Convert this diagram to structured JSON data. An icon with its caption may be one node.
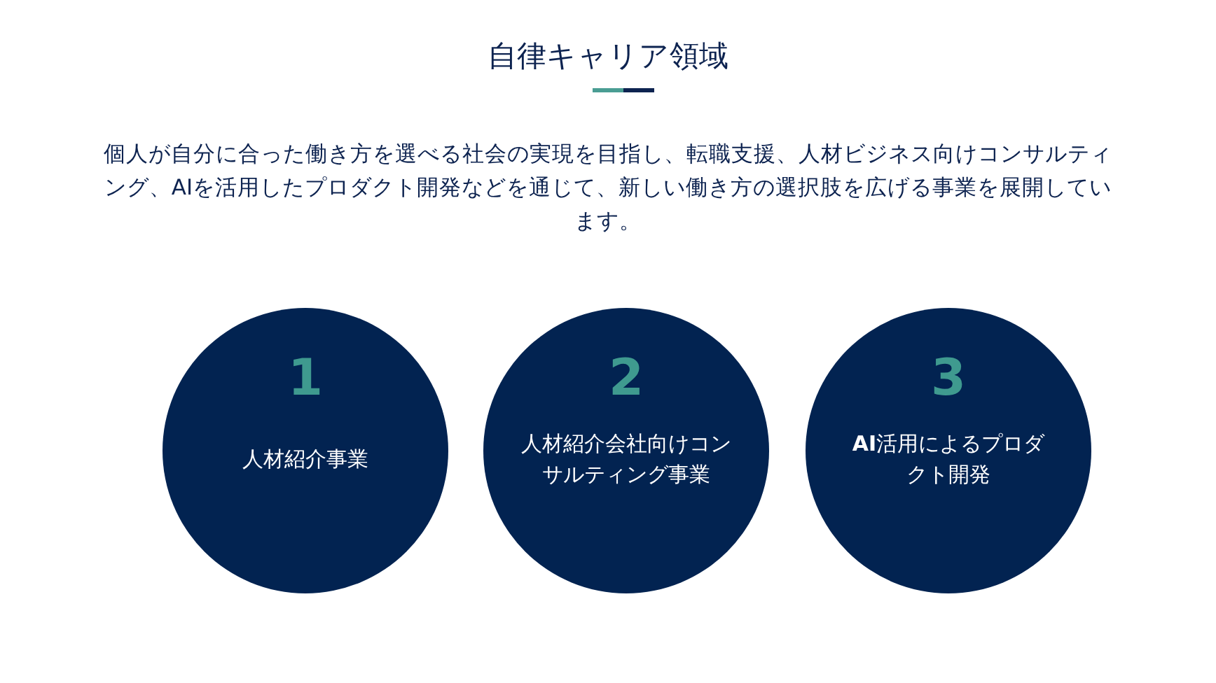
{
  "diagram": {
    "title": "自律キャリア領域",
    "nodes": [
      {
        "text": [
          "1",
          "人材紹介事業"
        ]
      },
      {
        "text": [
          "2",
          "人材紹介会社向けコンサルティング事業"
        ]
      },
      {
        "text": [
          "3",
          "**AI**活用によるプロダクト開発"
        ]
      }
    ],
    "labels": [
      "個人が自分に合った働き方を選べる社会の実現を目指し、転職支援、人材ビジネス向けコンサルティング、AIを活用したプロダクト開発などを通じて、新しい働き方の選択肢を広げる事業を展開しています。"
    ]
  }
}
